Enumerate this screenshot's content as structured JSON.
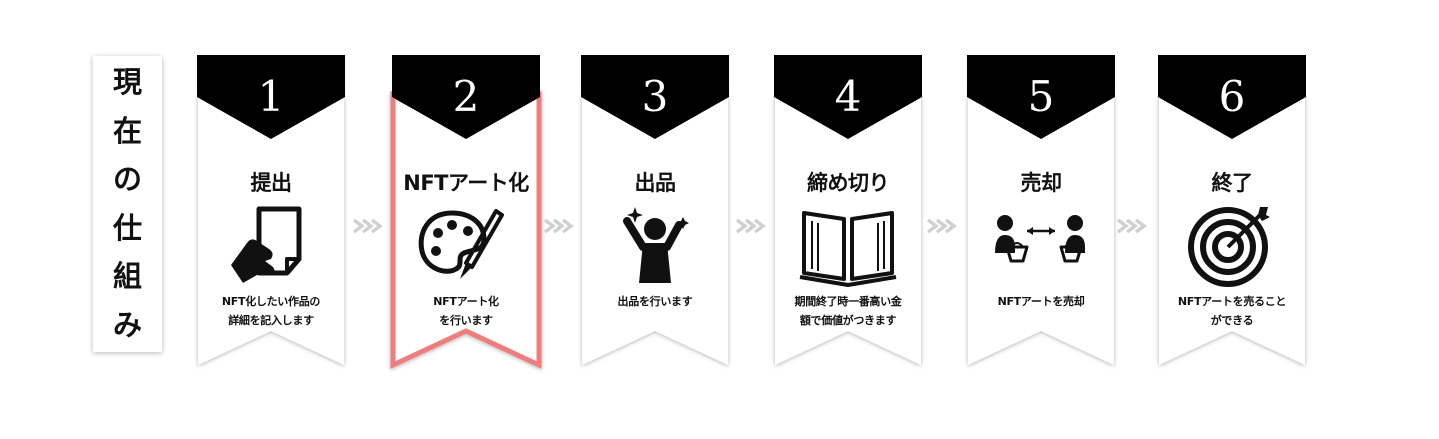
{
  "side_title": [
    "現",
    "在",
    "の",
    "仕",
    "組",
    "み"
  ],
  "accent_color": "#f07d7d",
  "steps": [
    {
      "number": "1",
      "title": "提出",
      "desc": [
        "NFT化したい作品の",
        "詳細を記入します"
      ],
      "icon": "hand-document-icon",
      "highlighted": false
    },
    {
      "number": "2",
      "title": "NFTアート化",
      "desc": [
        "NFTアート化",
        "を行います"
      ],
      "icon": "palette-brush-icon",
      "highlighted": true
    },
    {
      "number": "3",
      "title": "出品",
      "desc": [
        "出品を行います"
      ],
      "icon": "person-celebrating-icon",
      "highlighted": false
    },
    {
      "number": "4",
      "title": "締め切り",
      "desc": [
        "期間終了時一番高い金",
        "額で価値がつきます"
      ],
      "icon": "open-book-icon",
      "highlighted": false
    },
    {
      "number": "5",
      "title": "売却",
      "desc": [
        "NFTアートを売却"
      ],
      "icon": "buyer-exchange-icon",
      "highlighted": false
    },
    {
      "number": "6",
      "title": "終了",
      "desc": [
        "NFTアートを売ること",
        "ができる"
      ],
      "icon": "target-icon",
      "highlighted": false
    }
  ]
}
